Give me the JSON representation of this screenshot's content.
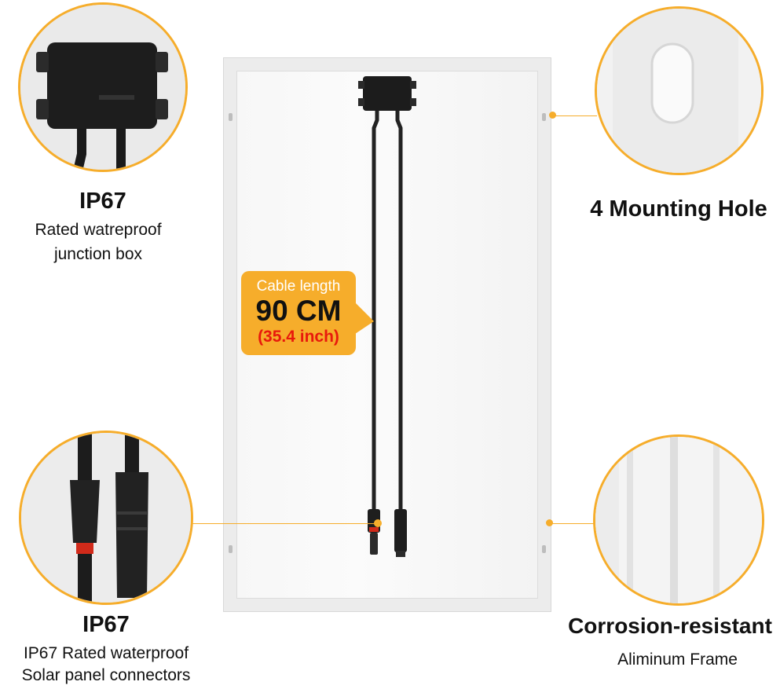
{
  "callouts": {
    "junction_box": {
      "title": "IP67",
      "lines": [
        "Rated watreproof",
        "junction box"
      ]
    },
    "mounting_hole": {
      "title": "4 Mounting Hole"
    },
    "connectors": {
      "title": "IP67",
      "lines": [
        "IP67 Rated waterproof",
        "Solar panel connectors"
      ]
    },
    "frame": {
      "title": "Corrosion-resistant",
      "lines": [
        "Aliminum Frame"
      ]
    }
  },
  "cable_tag": {
    "label": "Cable length",
    "value": "90 CM",
    "inch": "(35.4 inch)"
  },
  "colors": {
    "accent": "#f6ad2b",
    "tag_red": "#e8190c",
    "panel": "#f4f4f4",
    "frame": "#e6e6e6"
  },
  "icons": [
    "junction-box-photo",
    "mounting-hole-photo",
    "mc4-connector-photo",
    "aluminum-frame-photo"
  ]
}
